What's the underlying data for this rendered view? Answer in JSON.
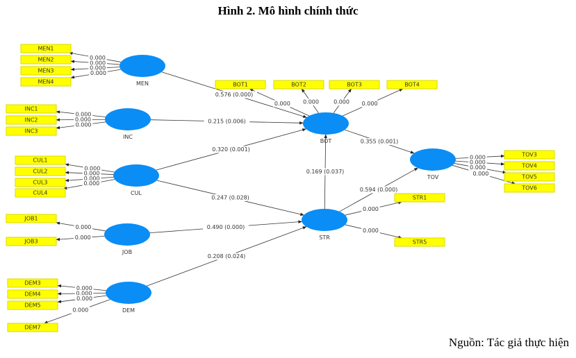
{
  "title": "Hình 2. Mô hình chính thức",
  "source": "Nguồn: Tác giả thực hiện",
  "latent": [
    {
      "id": "MEN",
      "label": "MEN"
    },
    {
      "id": "INC",
      "label": "INC"
    },
    {
      "id": "CUL",
      "label": "CUL"
    },
    {
      "id": "BOT",
      "label": "BOT"
    },
    {
      "id": "TOV",
      "label": "TOV"
    },
    {
      "id": "STR",
      "label": "STR"
    },
    {
      "id": "JOB",
      "label": "JOB"
    },
    {
      "id": "DEM",
      "label": "DEM"
    }
  ],
  "indicators": [
    {
      "id": "MEN1",
      "label": "MEN1",
      "parent": "MEN",
      "loading": "0.000"
    },
    {
      "id": "MEN2",
      "label": "MEN2",
      "parent": "MEN",
      "loading": "0.000"
    },
    {
      "id": "MEN3",
      "label": "MEN3",
      "parent": "MEN",
      "loading": "0.000"
    },
    {
      "id": "MEN4",
      "label": "MEN4",
      "parent": "MEN",
      "loading": "0.000"
    },
    {
      "id": "INC1",
      "label": "INC1",
      "parent": "INC",
      "loading": "0.000"
    },
    {
      "id": "INC2",
      "label": "INC2",
      "parent": "INC",
      "loading": "0.000"
    },
    {
      "id": "INC3",
      "label": "INC3",
      "parent": "INC",
      "loading": "0.000"
    },
    {
      "id": "CUL1",
      "label": "CUL1",
      "parent": "CUL",
      "loading": "0.000"
    },
    {
      "id": "CUL2",
      "label": "CUL2",
      "parent": "CUL",
      "loading": "0.000"
    },
    {
      "id": "CUL3",
      "label": "CUL3",
      "parent": "CUL",
      "loading": "0.000"
    },
    {
      "id": "CUL4",
      "label": "CUL4",
      "parent": "CUL",
      "loading": "0.000"
    },
    {
      "id": "BOT1",
      "label": "BOT1",
      "parent": "BOT",
      "loading": "0.000"
    },
    {
      "id": "BOT2",
      "label": "BOT2",
      "parent": "BOT",
      "loading": "0.000"
    },
    {
      "id": "BOT3",
      "label": "BOT3",
      "parent": "BOT",
      "loading": "0.000"
    },
    {
      "id": "BOT4",
      "label": "BOT4",
      "parent": "BOT",
      "loading": "0.000"
    },
    {
      "id": "TOV3",
      "label": "TOV3",
      "parent": "TOV",
      "loading": "0.000"
    },
    {
      "id": "TOV4",
      "label": "TOV4",
      "parent": "TOV",
      "loading": "0.000"
    },
    {
      "id": "TOV5",
      "label": "TOV5",
      "parent": "TOV",
      "loading": "0.000"
    },
    {
      "id": "TOV6",
      "label": "TOV6",
      "parent": "TOV",
      "loading": "0.000"
    },
    {
      "id": "STR1",
      "label": "STR1",
      "parent": "STR",
      "loading": "0.000"
    },
    {
      "id": "STR5",
      "label": "STR5",
      "parent": "STR",
      "loading": "0.000"
    },
    {
      "id": "JOB1",
      "label": "JOB1",
      "parent": "JOB",
      "loading": "0.000"
    },
    {
      "id": "JOB3",
      "label": "JOB3",
      "parent": "JOB",
      "loading": "0.000"
    },
    {
      "id": "DEM3",
      "label": "DEM3",
      "parent": "DEM",
      "loading": "0.000"
    },
    {
      "id": "DEM4",
      "label": "DEM4",
      "parent": "DEM",
      "loading": "0.000"
    },
    {
      "id": "DEM5",
      "label": "DEM5",
      "parent": "DEM",
      "loading": "0.000"
    },
    {
      "id": "DEM7",
      "label": "DEM7",
      "parent": "DEM",
      "loading": "0.000"
    }
  ],
  "paths": [
    {
      "from": "MEN",
      "to": "BOT",
      "label": "0.576 (0.000)"
    },
    {
      "from": "INC",
      "to": "BOT",
      "label": "0.215 (0.006)"
    },
    {
      "from": "CUL",
      "to": "BOT",
      "label": "0.320 (0.001)"
    },
    {
      "from": "CUL",
      "to": "STR",
      "label": "0.247 (0.028)"
    },
    {
      "from": "JOB",
      "to": "STR",
      "label": "0.490 (0.000)"
    },
    {
      "from": "DEM",
      "to": "STR",
      "label": "0.208 (0.024)"
    },
    {
      "from": "STR",
      "to": "BOT",
      "label": "0.169 (0.037)"
    },
    {
      "from": "BOT",
      "to": "TOV",
      "label": "0.355 (0.001)"
    },
    {
      "from": "STR",
      "to": "TOV",
      "label": "0.594 (0.000)"
    }
  ]
}
